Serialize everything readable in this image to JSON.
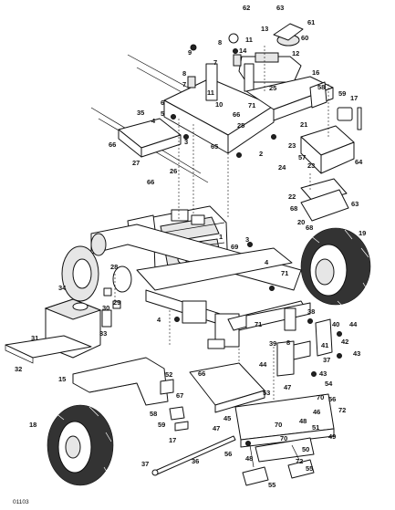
{
  "figure_id": "01103",
  "callouts": [
    {
      "text": "62"
    },
    {
      "text": "63"
    },
    {
      "text": "61"
    },
    {
      "text": "13"
    },
    {
      "text": "60"
    },
    {
      "text": "9"
    },
    {
      "text": "8"
    },
    {
      "text": "11"
    },
    {
      "text": "14"
    },
    {
      "text": "7"
    },
    {
      "text": "12"
    },
    {
      "text": "8"
    },
    {
      "text": "7"
    },
    {
      "text": "16"
    },
    {
      "text": "11"
    },
    {
      "text": "58"
    },
    {
      "text": "59"
    },
    {
      "text": "17"
    },
    {
      "text": "25"
    },
    {
      "text": "71"
    },
    {
      "text": "6"
    },
    {
      "text": "5"
    },
    {
      "text": "10"
    },
    {
      "text": "66"
    },
    {
      "text": "35"
    },
    {
      "text": "4"
    },
    {
      "text": "25"
    },
    {
      "text": "3"
    },
    {
      "text": "21"
    },
    {
      "text": "65"
    },
    {
      "text": "2"
    },
    {
      "text": "66"
    },
    {
      "text": "27"
    },
    {
      "text": "26"
    },
    {
      "text": "66"
    },
    {
      "text": "23"
    },
    {
      "text": "57"
    },
    {
      "text": "23"
    },
    {
      "text": "64"
    },
    {
      "text": "24"
    },
    {
      "text": "22"
    },
    {
      "text": "63"
    },
    {
      "text": "68"
    },
    {
      "text": "20"
    },
    {
      "text": "68"
    },
    {
      "text": "1"
    },
    {
      "text": "19"
    },
    {
      "text": "69"
    },
    {
      "text": "3"
    },
    {
      "text": "4"
    },
    {
      "text": "28"
    },
    {
      "text": "71"
    },
    {
      "text": "34"
    },
    {
      "text": "29"
    },
    {
      "text": "30"
    },
    {
      "text": "4"
    },
    {
      "text": "38"
    },
    {
      "text": "33"
    },
    {
      "text": "31"
    },
    {
      "text": "71"
    },
    {
      "text": "40"
    },
    {
      "text": "44"
    },
    {
      "text": "39"
    },
    {
      "text": "8"
    },
    {
      "text": "41"
    },
    {
      "text": "42"
    },
    {
      "text": "43"
    },
    {
      "text": "37"
    },
    {
      "text": "32"
    },
    {
      "text": "66"
    },
    {
      "text": "44"
    },
    {
      "text": "43"
    },
    {
      "text": "54"
    },
    {
      "text": "53"
    },
    {
      "text": "15"
    },
    {
      "text": "52"
    },
    {
      "text": "47"
    },
    {
      "text": "70"
    },
    {
      "text": "67"
    },
    {
      "text": "56"
    },
    {
      "text": "46"
    },
    {
      "text": "72"
    },
    {
      "text": "58"
    },
    {
      "text": "45"
    },
    {
      "text": "48"
    },
    {
      "text": "59"
    },
    {
      "text": "70"
    },
    {
      "text": "51"
    },
    {
      "text": "18"
    },
    {
      "text": "47"
    },
    {
      "text": "17"
    },
    {
      "text": "70"
    },
    {
      "text": "49"
    },
    {
      "text": "50"
    },
    {
      "text": "56"
    },
    {
      "text": "48"
    },
    {
      "text": "37"
    },
    {
      "text": "36"
    },
    {
      "text": "72"
    },
    {
      "text": "55"
    },
    {
      "text": "55"
    }
  ]
}
